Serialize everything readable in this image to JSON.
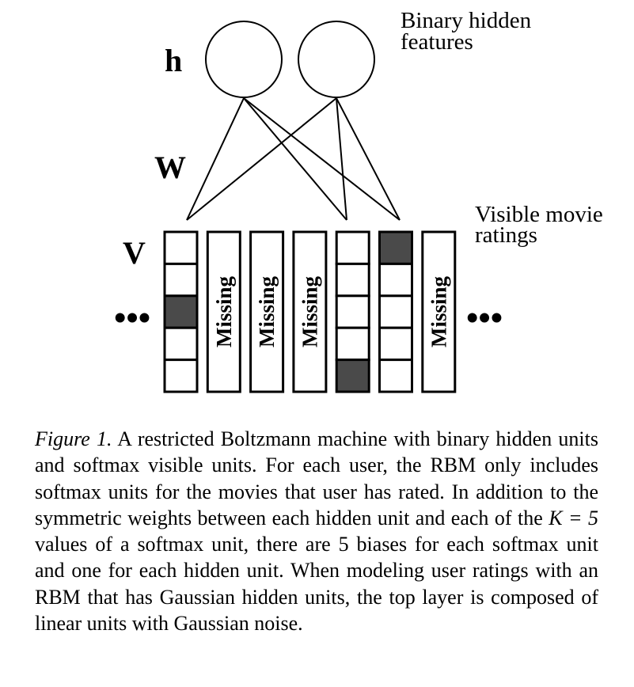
{
  "figure": {
    "hidden_label": "h",
    "weights_label": "W",
    "visible_label": "V",
    "hidden_annotation": [
      "Binary hidden",
      "features"
    ],
    "visible_annotation": [
      "Visible movie",
      "ratings"
    ],
    "missing_text": "Missing",
    "ellipsis": "•••",
    "colors": {
      "line": "#000000",
      "filled_cell": "#4a4a4a",
      "background": "#ffffff"
    },
    "columns": [
      {
        "type": "softmax",
        "filled_cell": 3
      },
      {
        "type": "missing"
      },
      {
        "type": "missing"
      },
      {
        "type": "missing"
      },
      {
        "type": "softmax",
        "filled_cell": 5
      },
      {
        "type": "softmax",
        "filled_cell": 1
      },
      {
        "type": "missing"
      }
    ],
    "softmax_values_K": 5
  },
  "caption": {
    "label": "Figure 1.",
    "text_1": " A restricted Boltzmann machine with binary hidden units and softmax visible units. For each user, the RBM only includes softmax units for the movies that user has rated. In addition to the symmetric weights between each hidden unit and each of the ",
    "math": "K = 5",
    "text_2": " values of a softmax unit, there are 5 biases for each softmax unit and one for each hidden unit. When modeling user ratings with an RBM that has Gaussian hidden units, the top layer is composed of linear units with Gaussian noise."
  }
}
